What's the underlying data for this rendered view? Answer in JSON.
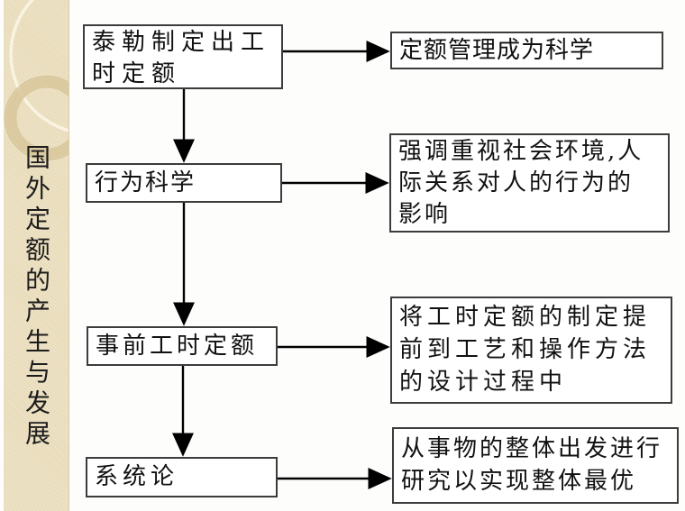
{
  "slide": {
    "sidebar_title": "国外定额的产生与发展"
  },
  "flowchart": {
    "rows": [
      {
        "left": "泰勒制定出工\n时定额",
        "right": "定额管理成为科学"
      },
      {
        "left": "行为科学",
        "right": "强调重视社会环境,人\n际关系对人的行为的\n影响"
      },
      {
        "left": "事前工时定额",
        "right": "将工时定额的制定提\n前到工艺和操作方法\n的设计过程中"
      },
      {
        "left": "系统论",
        "right": "从事物的整体出发进行\n研究以实现整体最优"
      }
    ]
  },
  "colors": {
    "band-bg": "#ecdfbe",
    "band-edge": "#d8cba6",
    "ring-color": "#d9c89d",
    "ring-outline": "#cbb98c",
    "circle-color": "#f9f3e2",
    "box-border": "#3c3c3c",
    "text-color": "#111111",
    "slide-bg": "#fdfdfc"
  }
}
